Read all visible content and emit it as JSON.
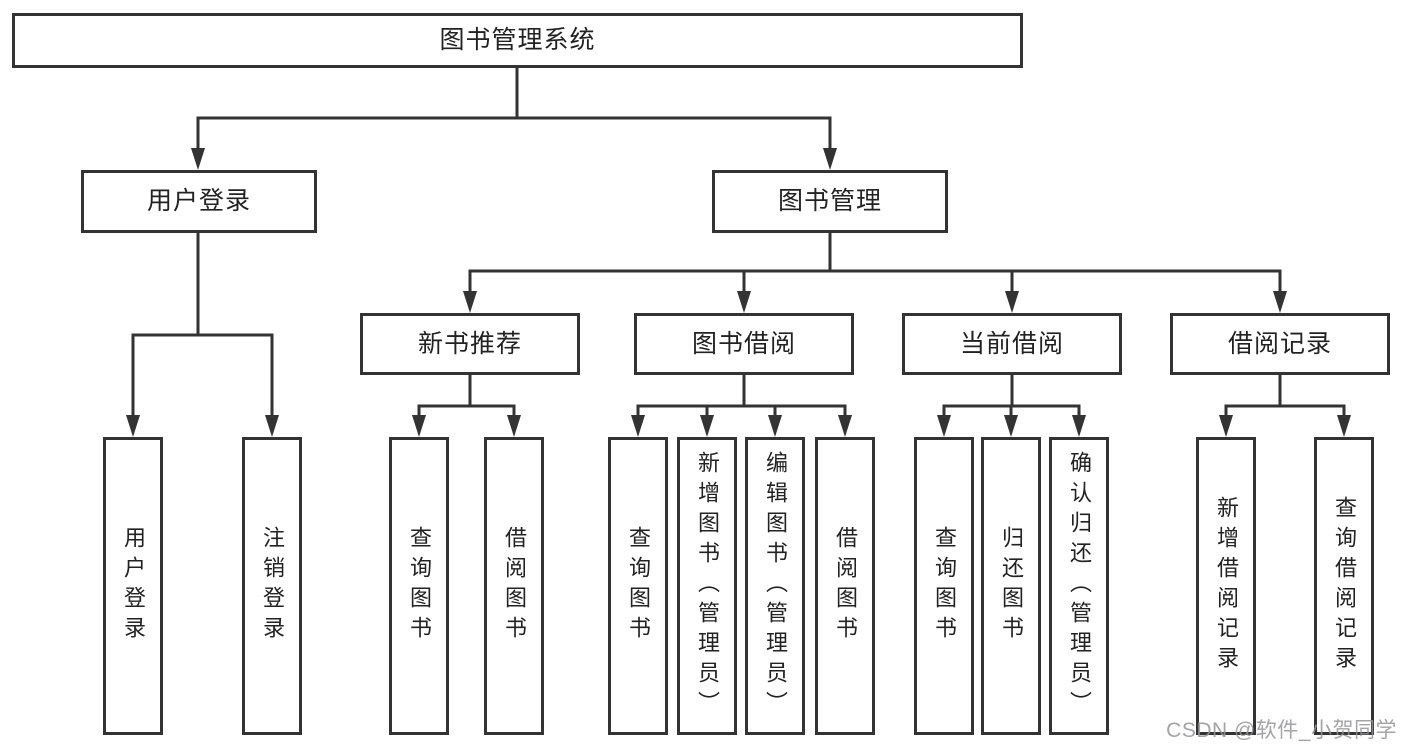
{
  "diagram": {
    "nodes": {
      "root": {
        "label": "图书管理系统"
      },
      "user_login": {
        "label": "用户登录"
      },
      "book_management": {
        "label": "图书管理"
      },
      "new_book_recommend": {
        "label": "新书推荐"
      },
      "book_borrowing": {
        "label": "图书借阅"
      },
      "current_borrowing": {
        "label": "当前借阅"
      },
      "borrowing_records": {
        "label": "借阅记录"
      },
      "leaf_user_login": {
        "label": "用户登录"
      },
      "leaf_logout": {
        "label": "注销登录"
      },
      "nbr_query_book": {
        "label": "查询图书"
      },
      "nbr_borrow_book": {
        "label": "借阅图书"
      },
      "bb_query_book": {
        "label": "查询图书"
      },
      "bb_add_book": {
        "label": "新增图书（管理员）"
      },
      "bb_edit_book": {
        "label": "编辑图书（管理员）"
      },
      "bb_borrow_book": {
        "label": "借阅图书"
      },
      "cb_query_book": {
        "label": "查询图书"
      },
      "cb_return_book": {
        "label": "归还图书"
      },
      "cb_confirm_return": {
        "label": "确认归还（管理员）"
      },
      "br_add_record": {
        "label": "新增借阅记录"
      },
      "br_query_record": {
        "label": "查询借阅记录"
      }
    },
    "structure": {
      "root": [
        "user_login",
        "book_management"
      ],
      "user_login": [
        "leaf_user_login",
        "leaf_logout"
      ],
      "book_management": [
        "new_book_recommend",
        "book_borrowing",
        "current_borrowing",
        "borrowing_records"
      ],
      "new_book_recommend": [
        "nbr_query_book",
        "nbr_borrow_book"
      ],
      "book_borrowing": [
        "bb_query_book",
        "bb_add_book",
        "bb_edit_book",
        "bb_borrow_book"
      ],
      "current_borrowing": [
        "cb_query_book",
        "cb_return_book",
        "cb_confirm_return"
      ],
      "borrowing_records": [
        "br_add_record",
        "br_query_record"
      ]
    },
    "colors": {
      "line": "#333333",
      "box_border": "#333333",
      "box_fill": "#ffffff",
      "text": "#222222",
      "background": "#ffffff",
      "watermark": "#949498"
    }
  },
  "watermark": {
    "text": "CSDN @软件_小贺同学"
  }
}
